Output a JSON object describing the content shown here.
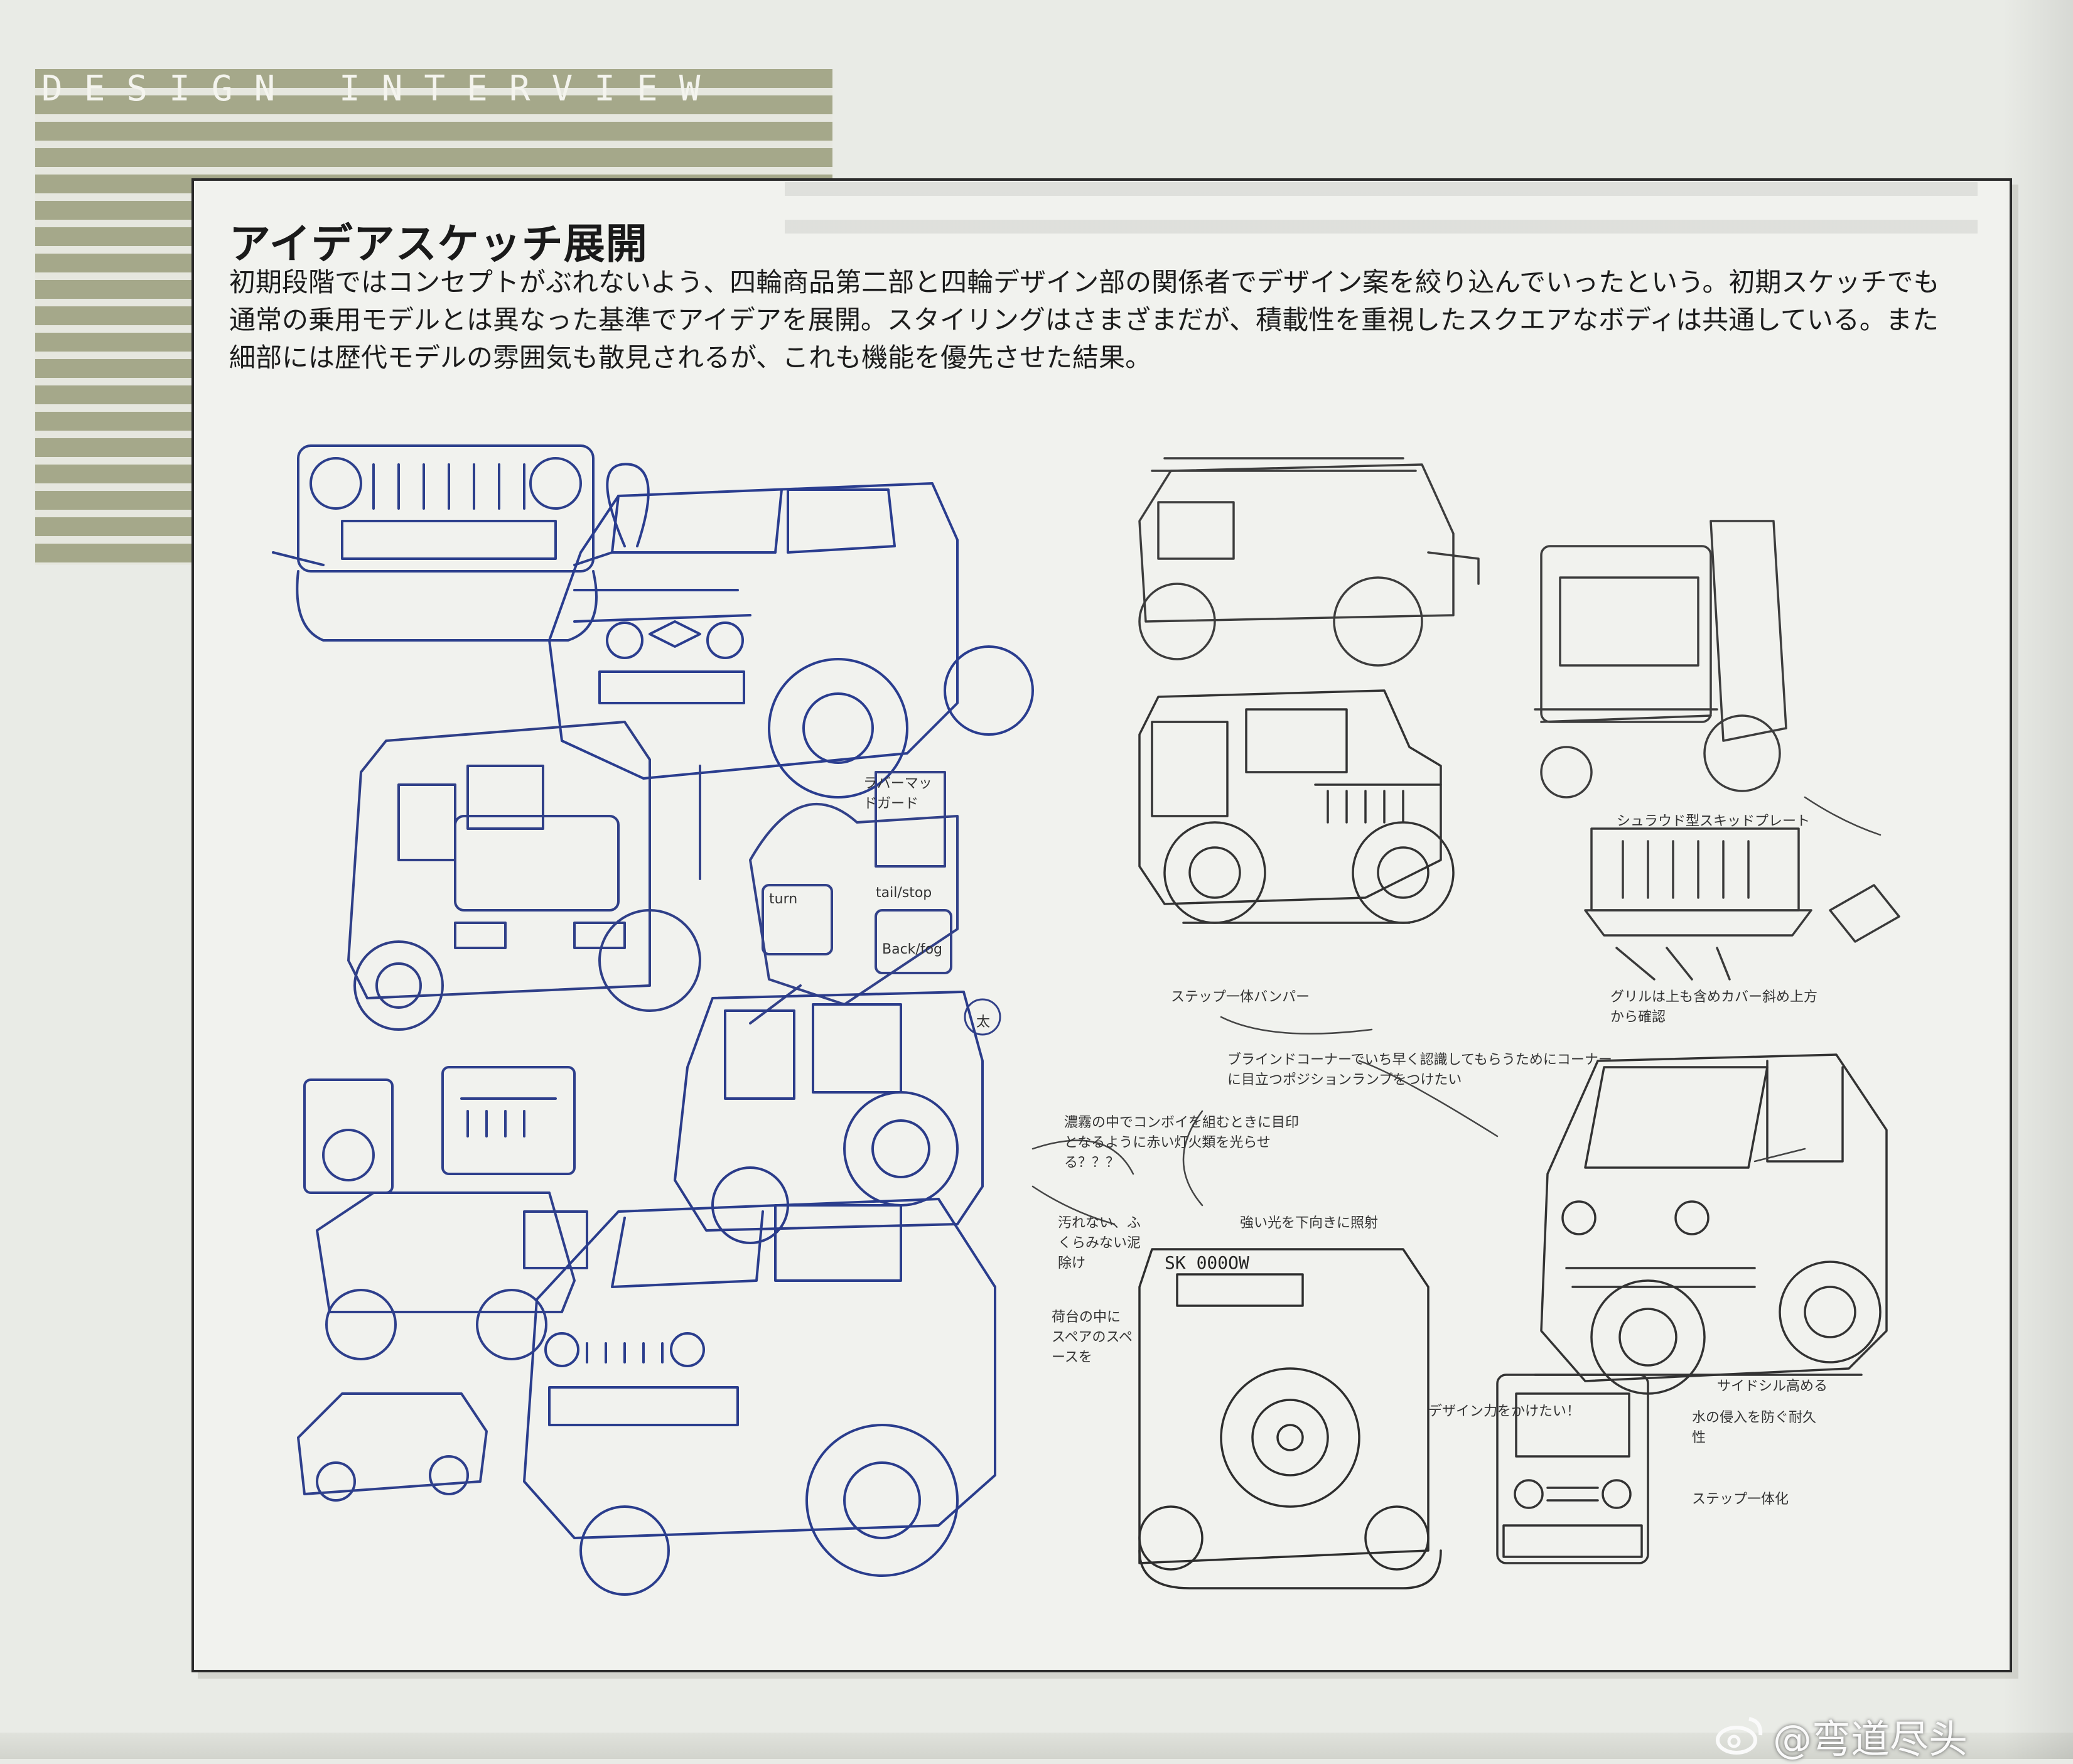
{
  "header": {
    "section_label": "DESIGN INTERVIEW"
  },
  "article": {
    "title": "アイデアスケッチ展開",
    "body": "初期段階ではコンセプトがぶれないよう、四輪商品第二部と四輪デザイン部の関係者でデザイン案を絞り込んでいったという。初期スケッチでも通常の乗用モデルとは異なった基準でアイデアを展開。スタイリングはさまざまだが、積載性を重視したスクエアなボディは共通している。また細部には歴代モデルの雰囲気も散見されるが、これも機能を優先させた結果。"
  },
  "sketch_notes": {
    "rubber_fender": "ラバーマッドガード",
    "step_bumper": "ステップ一体バンパー",
    "skid_plate": "シュラウド型スキッドプレート",
    "grille_note": "グリルは上も含めカバー斜め上方から確認",
    "tail_stop": "tail/stop",
    "back_fog": "Back/fog",
    "turn": "turn",
    "plate_text": "SK 000OW",
    "blind_corner": "ブラインドコーナーでいち早く認識してもらうためにコーナーに目立つポジションランプをつけたい",
    "dense_fog": "濃霧の中でコンボイを組むときに目印となるように赤い灯火類を光らせる？？？",
    "light_down": "強い光を下向きに照射",
    "dirt_note": "汚れない、ふくらみない泥除け",
    "spare_note": "荷台の中にスペアのスペースを",
    "side_note": "サイドシル高める",
    "water_note": "水の侵入を防ぐ耐久性",
    "step_note": "ステップ一体化",
    "corner_note": "デザイン力をかけたい！",
    "small_kanji": "太"
  },
  "watermark": {
    "text": "@弯道尽头"
  }
}
